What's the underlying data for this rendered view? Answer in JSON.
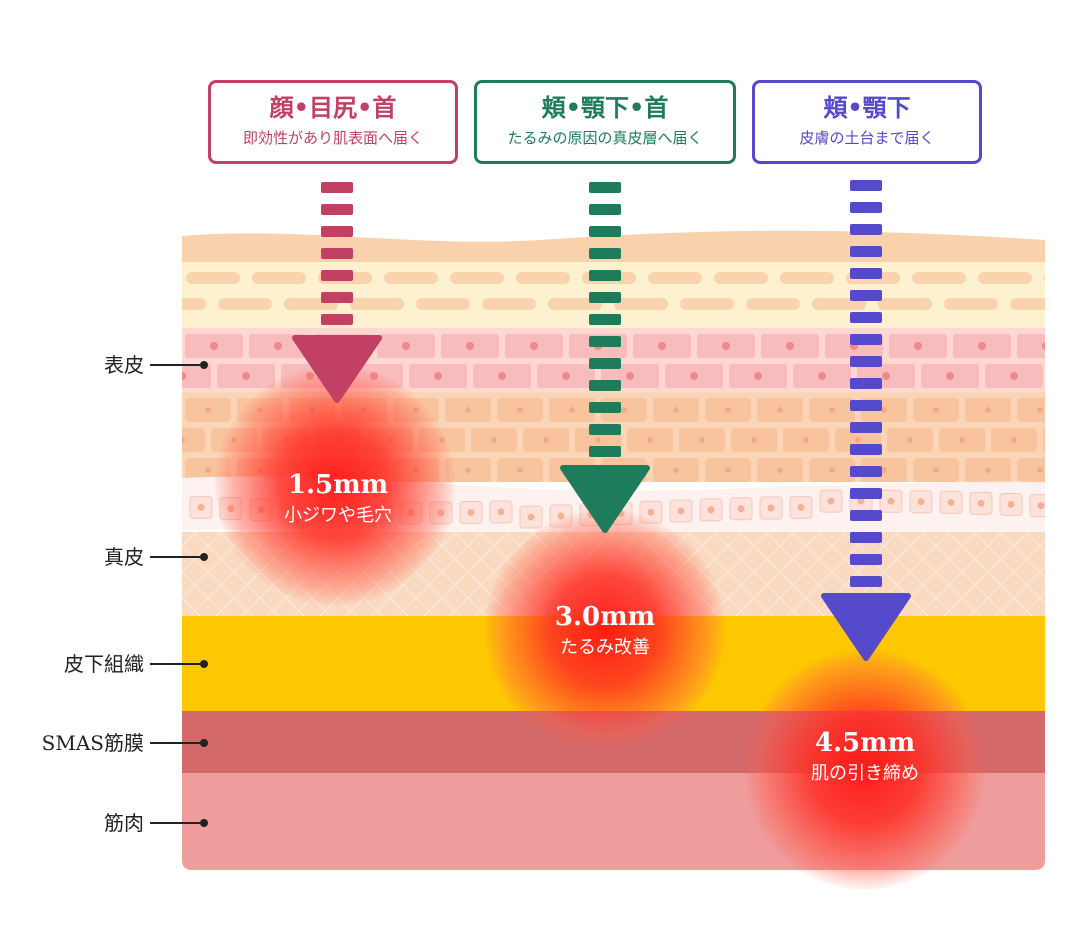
{
  "colors": {
    "face_arrow": "#c24063",
    "cheek_arrow": "#1e7b5c",
    "jaw_arrow": "#5549cc",
    "epidermis_top": "#fbe6c6",
    "epidermis_cells": "#f8c4a8",
    "epidermis_pink": "#f7c4c4",
    "dermis": "#f9d9c0",
    "subcutaneous": "#fdc702",
    "smas": "#d4696a",
    "muscle": "#ef9c9c"
  },
  "treatments": [
    {
      "title": "顔•目尻•首",
      "subtitle": "即効性があり肌表面へ届く",
      "depth": "1.5mm",
      "effect": "小ジワや毛穴"
    },
    {
      "title": "頬•顎下•首",
      "subtitle": "たるみの原因の真皮層へ届く",
      "depth": "3.0mm",
      "effect": "たるみ改善"
    },
    {
      "title": "頬•顎下",
      "subtitle": "皮膚の土台まで届く",
      "depth": "4.5mm",
      "effect": "肌の引き締め"
    }
  ],
  "layers": [
    {
      "name": "表皮"
    },
    {
      "name": "真皮"
    },
    {
      "name": "皮下組織"
    },
    {
      "name": "SMAS筋膜"
    },
    {
      "name": "筋肉"
    }
  ]
}
